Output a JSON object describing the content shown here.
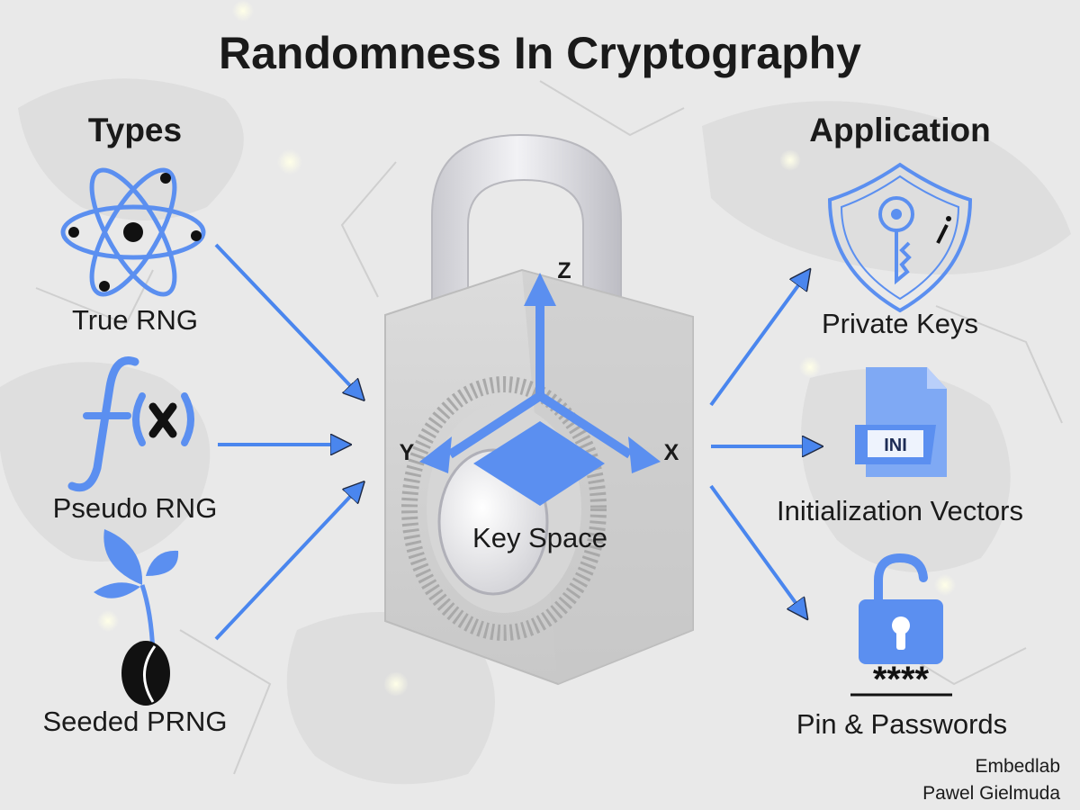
{
  "title": "Randomness In Cryptography",
  "types": {
    "heading": "Types",
    "items": [
      {
        "label": "True RNG",
        "icon": "atom-icon"
      },
      {
        "label": "Pseudo RNG",
        "icon": "function-icon"
      },
      {
        "label": "Seeded PRNG",
        "icon": "seedling-icon"
      }
    ]
  },
  "center": {
    "label": "Key Space",
    "axes": {
      "z": "Z",
      "y": "Y",
      "x": "X"
    },
    "icon": "padlock-icon"
  },
  "application": {
    "heading": "Application",
    "items": [
      {
        "label": "Private Keys",
        "icon": "shield-key-icon"
      },
      {
        "label": "Initialization Vectors",
        "icon": "ini-file-icon",
        "badge": "INI"
      },
      {
        "label": "Pin & Passwords",
        "icon": "unlocked-padlock-icon",
        "mask": "****"
      }
    ]
  },
  "credits": {
    "line1": "Embedlab",
    "line2": "Pawel Gielmuda"
  },
  "colors": {
    "accent": "#5b8ff0",
    "arrow": "#4a86ee",
    "text": "#1a1a1a",
    "background": "#e9e9e9"
  }
}
